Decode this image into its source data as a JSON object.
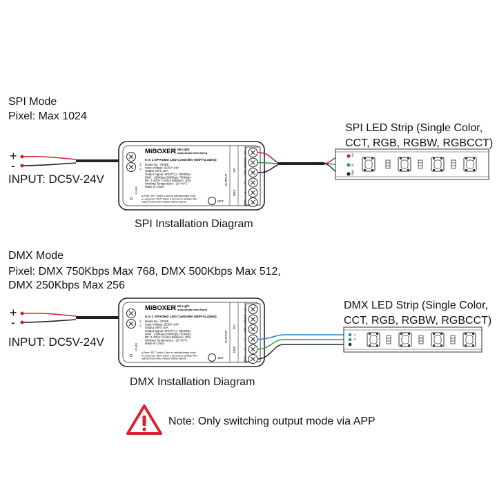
{
  "spi": {
    "mode_title": "SPI Mode",
    "pixel_line1": "Pixel: Max 1024",
    "input_label": "INPUT: DC5V-24V",
    "plus": "+",
    "minus": "-",
    "strip_label_line1": "SPI LED Strip (Single Color,",
    "strip_label_line2": "CCT, RGB, RGBW, RGBCCT)",
    "caption": "SPI Installation Diagram"
  },
  "dmx": {
    "mode_title": "DMX Mode",
    "pixel_line1": "Pixel: DMX 750Kbps Max 768, DMX 500Kbps Max 512,",
    "pixel_line2": "DMX 250Kbps Max 256",
    "input_label": "INPUT: DC5V-24V",
    "plus": "+",
    "minus": "-",
    "strip_label_line1": "DMX LED Strip (Single Color,",
    "strip_label_line2": "CCT, RGB, RGBW, RGBCCT)",
    "caption": "DMX Installation Diagram"
  },
  "controller": {
    "brand": "MiBOXER",
    "sub_brand_line1": "Mi·Light",
    "sub_brand_line2": "Subordinate New Brand",
    "product_title": "5 in 1 SPI+DMX LED Controller (WiFi+2.4GHz)",
    "spec_lines": [
      "Model No.: SPW5",
      "Input Voltage: DC5V~24V",
      "Output: MAX 10A",
      "Output Signal: SPI(TTL) : 800Kbps",
      "                   DMX : 250Kbps,500Kbps,750Kbps",
      "RF: 2.4GHz  Control Distance: 30m",
      "Working Temperature: -10~40°C",
      "Made in China"
    ],
    "note_lines": [
      "● Press \"SET\" button 1 time to activate linking mode",
      "● Long press \"SET\" button 3 seconds to activate WiFi",
      "   pairing mode while indicator flashes quickly"
    ],
    "set_label": "SET",
    "output_label": "OUTPUT",
    "spi_label": "SPI",
    "dmx_label": "DMX",
    "input_side_label": "INPUT",
    "terminal_labels": [
      "V+",
      "DAT/CLK",
      "GND",
      "B",
      "A",
      "GND"
    ]
  },
  "note": {
    "text": "Note: Only switching output mode via APP",
    "icon": "warning-triangle-icon"
  },
  "colors": {
    "red_wire": "#c8202a",
    "green_wire": "#2e9b4f",
    "blue_wire": "#2c83c9",
    "warning": "#d9232e"
  }
}
